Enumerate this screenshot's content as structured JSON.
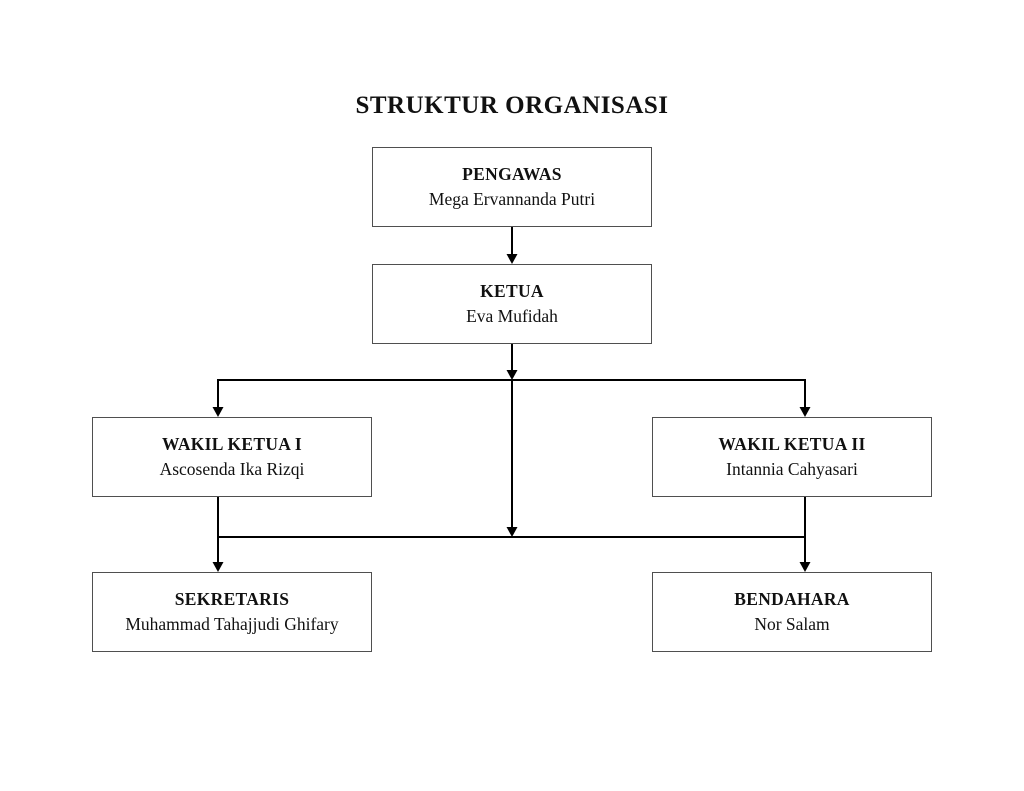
{
  "title": "STRUKTUR ORGANISASI",
  "nodes": {
    "pengawas": {
      "role": "PENGAWAS",
      "name": "Mega Ervannanda Putri"
    },
    "ketua": {
      "role": "KETUA",
      "name": "Eva Mufidah"
    },
    "wakil1": {
      "role": "WAKIL KETUA I",
      "name": "Ascosenda Ika Rizqi"
    },
    "wakil2": {
      "role": "WAKIL KETUA II",
      "name": "Intannia Cahyasari"
    },
    "sekretaris": {
      "role": "SEKRETARIS",
      "name": "Muhammad Tahajjudi Ghifary"
    },
    "bendahara": {
      "role": "BENDAHARA",
      "name": "Nor Salam"
    }
  },
  "colors": {
    "background": "#ffffff",
    "box_border": "#4f4f4f",
    "connector_line": "#000000",
    "text": "#111111"
  }
}
